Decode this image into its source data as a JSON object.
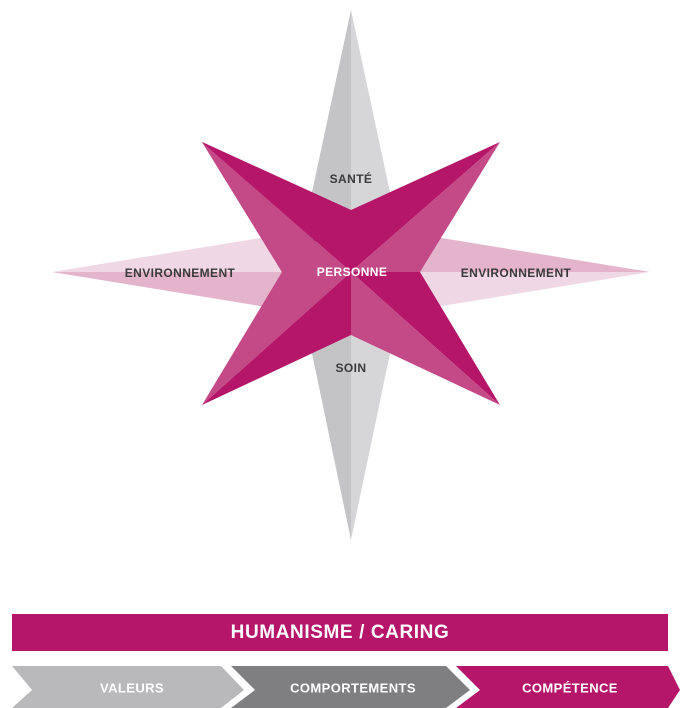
{
  "star": {
    "top_label": "SANTÉ",
    "bottom_label": "SOIN",
    "center_label": "PERSONNE",
    "left_label": "ENVIRONNEMENT",
    "right_label": "ENVIRONNEMENT"
  },
  "banner": {
    "label": "HUMANISME / CARING"
  },
  "arrows": [
    {
      "label": "VALEURS"
    },
    {
      "label": "COMPORTEMENTS"
    },
    {
      "label": "COMPÉTENCE"
    }
  ],
  "colors": {
    "magenta": "#b5166a",
    "magenta_mid": "#c44a87",
    "magenta_light": "#e3b4cc",
    "magenta_pale": "#f0d7e5",
    "gray_light": "#d6d6d8",
    "gray_mid": "#c4c4c6",
    "gray_arrow_1": "#b9b9bb",
    "gray_arrow_2": "#7f7f82"
  }
}
